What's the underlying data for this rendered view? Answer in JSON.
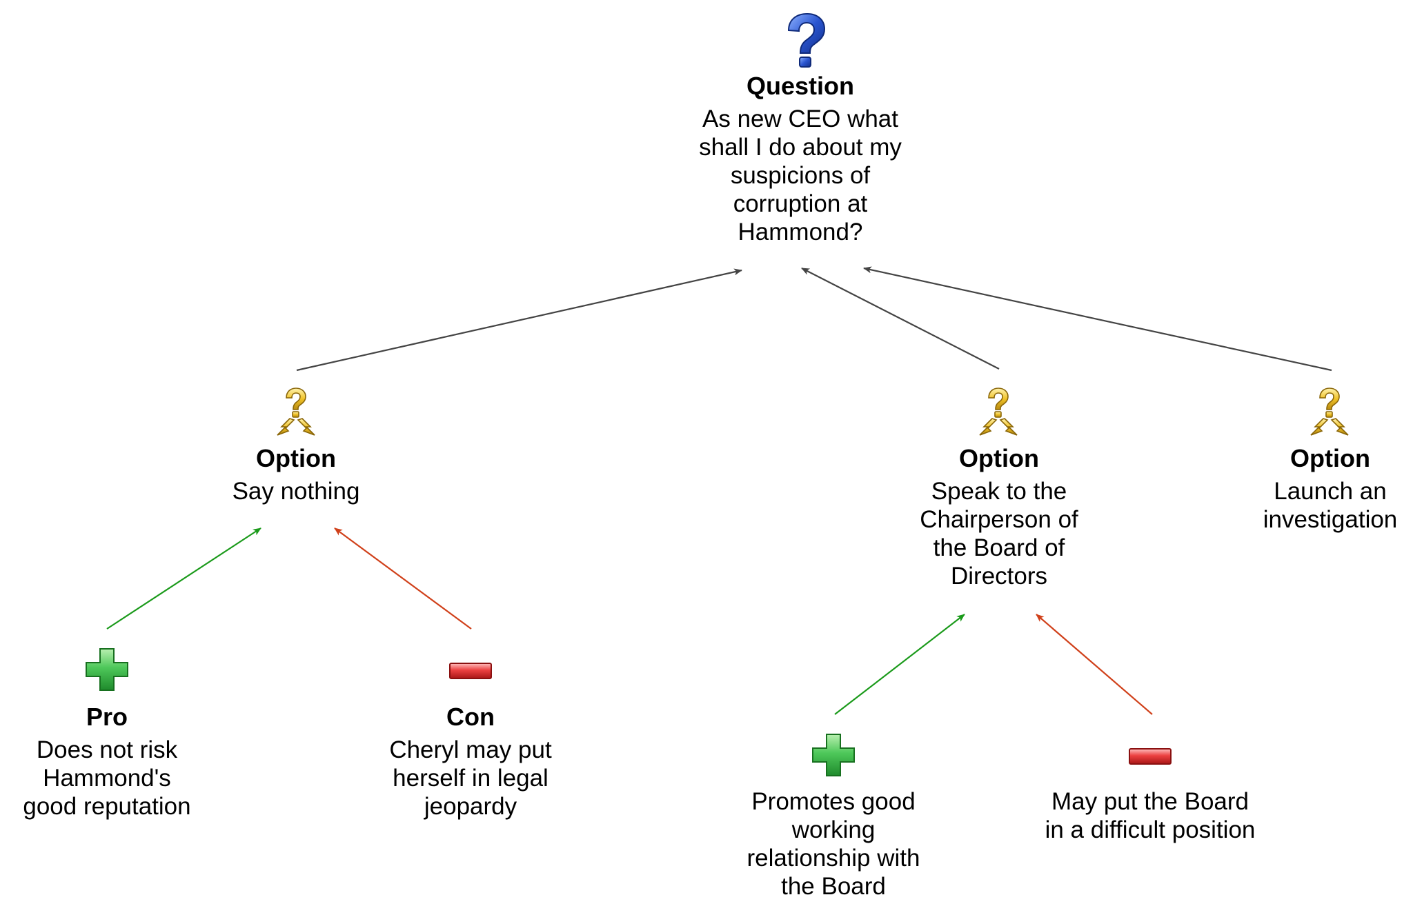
{
  "colors": {
    "link": "#444444",
    "pro_link": "#1a9a1a",
    "con_link": "#d0401a",
    "question_icon": "#1f45b8",
    "option_icon": "#e8b820",
    "pro_icon": "#3cb84a",
    "con_icon": "#e02a2a"
  },
  "question": {
    "icon": "question-mark-icon",
    "type": "Question",
    "text": "As new CEO what\nshall I do about my\nsuspicions of\ncorruption at\nHammond?"
  },
  "options": [
    {
      "icon": "option-fork-icon",
      "type": "Option",
      "text": "Say nothing"
    },
    {
      "icon": "option-fork-icon",
      "type": "Option",
      "text": "Speak to the\nChairperson of\nthe Board of\nDirectors"
    },
    {
      "icon": "option-fork-icon",
      "type": "Option",
      "text": "Launch an\ninvestigation"
    }
  ],
  "arguments": [
    {
      "icon": "plus-icon",
      "type": "Pro",
      "text": "Does not risk\nHammond's\ngood reputation"
    },
    {
      "icon": "minus-icon",
      "type": "Con",
      "text": "Cheryl may put\nherself in legal\njeopardy"
    },
    {
      "icon": "plus-icon",
      "type": "",
      "text": "Promotes good\nworking\nrelationship with\nthe Board"
    },
    {
      "icon": "minus-icon",
      "type": "",
      "text": "May put the Board\nin a difficult position"
    }
  ]
}
